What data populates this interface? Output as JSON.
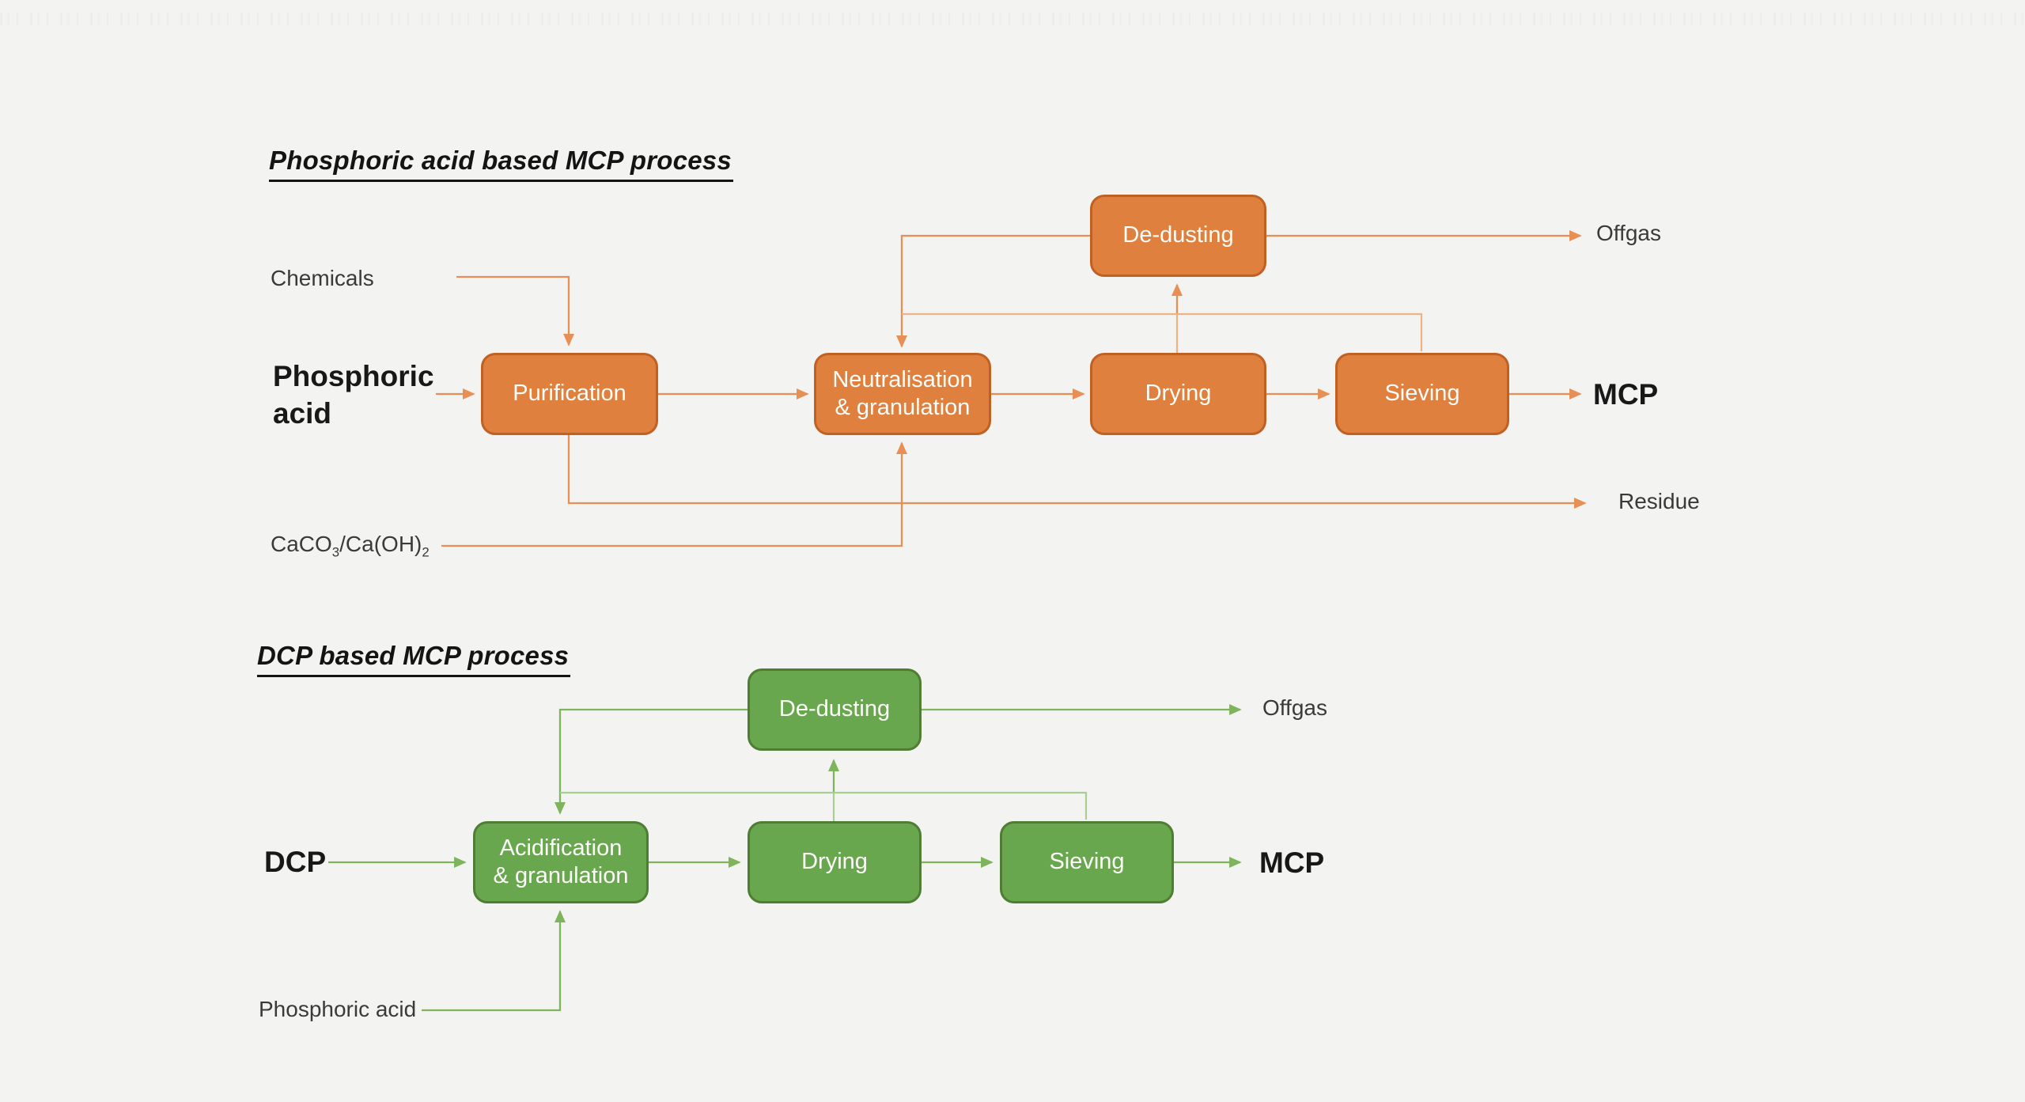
{
  "page": {
    "background": "#f3f3f2"
  },
  "top_diagram": {
    "title": "Phosphoric acid based MCP process",
    "theme": {
      "box_fill": "#e0803e",
      "box_border": "#c06022",
      "line": "#e78f54",
      "line_light": "#eeb287",
      "box_text": "#fdfdfa"
    },
    "boxes": {
      "purification": {
        "label": "Purification"
      },
      "neutralisation": {
        "lines": [
          "Neutralisation",
          "& granulation"
        ]
      },
      "drying": {
        "label": "Drying"
      },
      "sieving": {
        "label": "Sieving"
      },
      "dedusting": {
        "label": "De-dusting"
      }
    },
    "inputs": {
      "chemicals": "Chemicals",
      "phosphoric_acid_lines": [
        "Phosphoric",
        "acid"
      ],
      "caco3_parts": [
        {
          "text": "CaCO"
        },
        {
          "text": "3",
          "sub": true
        },
        {
          "text": "/Ca(OH)"
        },
        {
          "text": "2",
          "sub": true
        }
      ]
    },
    "outputs": {
      "offgas": "Offgas",
      "mcp": "MCP",
      "residue": "Residue"
    }
  },
  "bottom_diagram": {
    "title": "DCP based MCP process",
    "theme": {
      "box_fill": "#68a74d",
      "box_border": "#4e7d33",
      "line": "#7db45c",
      "line_light": "#a8cf92",
      "box_text": "#fdfdfa"
    },
    "boxes": {
      "acidification": {
        "lines": [
          "Acidification",
          "& granulation"
        ]
      },
      "drying": {
        "label": "Drying"
      },
      "sieving": {
        "label": "Sieving"
      },
      "dedusting": {
        "label": "De-dusting"
      }
    },
    "inputs": {
      "dcp": "DCP",
      "phosphoric_acid": "Phosphoric acid"
    },
    "outputs": {
      "offgas": "Offgas",
      "mcp": "MCP"
    }
  }
}
